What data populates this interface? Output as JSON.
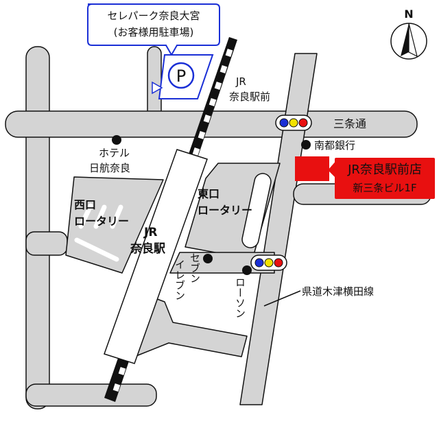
{
  "north_label": "N",
  "parking": {
    "callout_line1": "セレパーク奈良大宮",
    "callout_line2": "(お客様用駐車場)",
    "symbol": "P",
    "color": "#1a2fd6"
  },
  "store": {
    "name": "JR奈良駅前店",
    "building": "新三条ビル1F",
    "color": "#e81010"
  },
  "labels": {
    "jr_station_front_1": "JR",
    "jr_station_front_2": "奈良駅前",
    "sanjo_dori": "三条通",
    "nanto_bank": "南都銀行",
    "hotel_1": "ホテル",
    "hotel_2": "日航奈良",
    "west_rotary_1": "西口",
    "west_rotary_2": "ロータリー",
    "east_rotary_1": "東口",
    "east_rotary_2": "ロータリー",
    "jr_nara_1": "JR",
    "jr_nara_2": "奈良駅",
    "seven_1": "セブン",
    "seven_2": "イレブン",
    "lawson": "ローソン",
    "prefectural_road": "県道木津横田線"
  },
  "colors": {
    "road": "#d4d4d4",
    "road_outline": "#111111",
    "signal_blue": "#1a2fd6",
    "signal_yellow": "#f2e200",
    "signal_red": "#e81010"
  },
  "icons": {
    "north": "north-arrow-icon",
    "parking": "parking-icon",
    "signal": "traffic-signal-icon",
    "poi": "poi-dot-icon"
  }
}
